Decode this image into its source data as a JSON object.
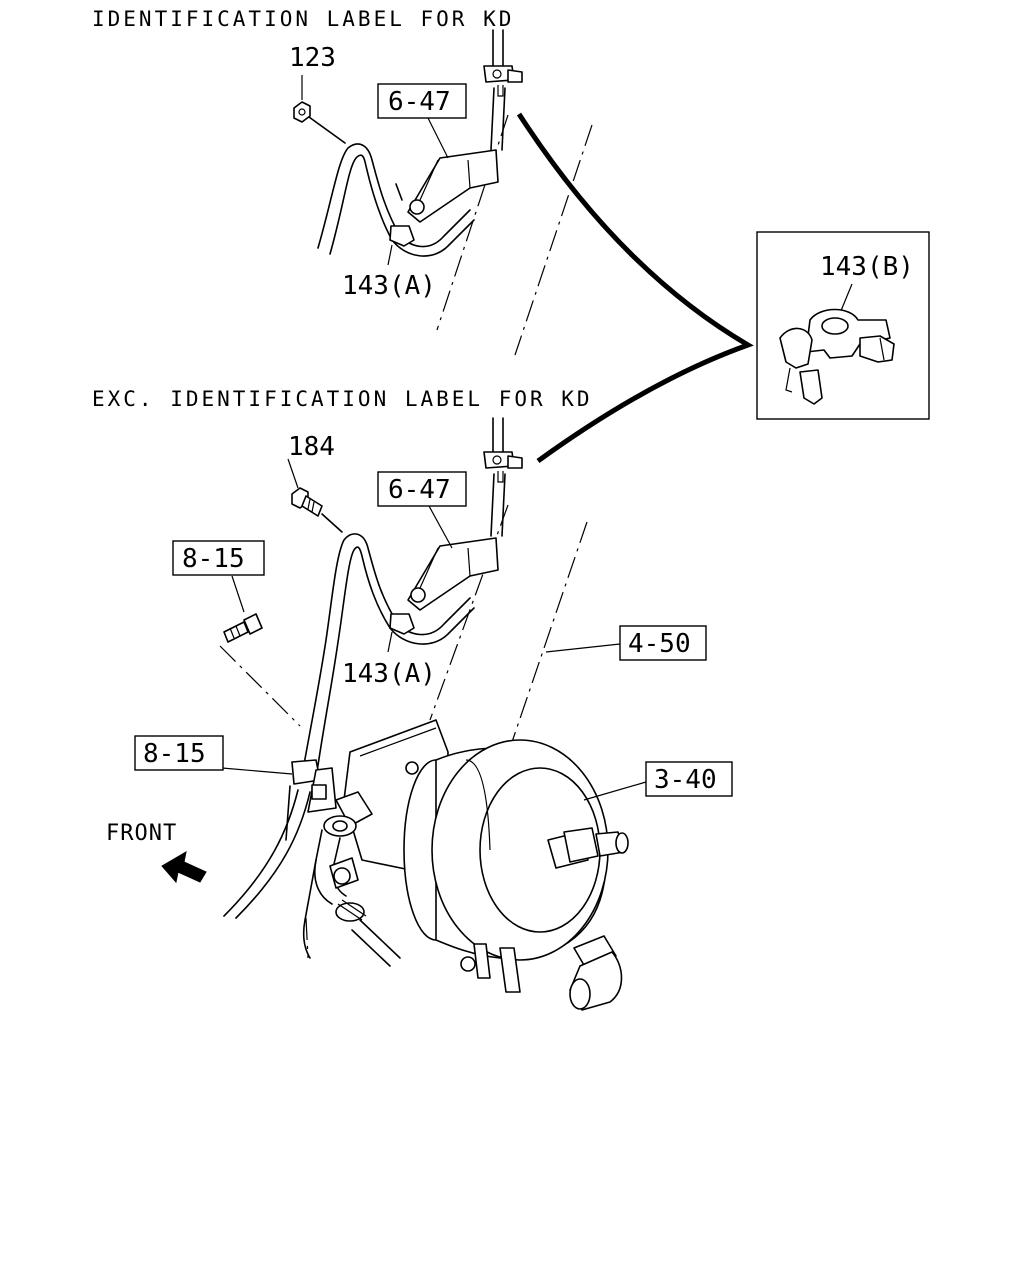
{
  "headers": {
    "top": "IDENTIFICATION LABEL FOR KD",
    "bottom": "EXC. IDENTIFICATION LABEL FOR KD"
  },
  "callouts": {
    "c123": "123",
    "c647_top": "6-47",
    "c143a_top": "143(A)",
    "c143b": "143(B)",
    "c184": "184",
    "c647_bottom": "6-47",
    "c815_upper": "8-15",
    "c143a_bottom": "143(A)",
    "c450": "4-50",
    "c815_lower": "8-15",
    "c340": "3-40"
  },
  "front_label": "FRONT"
}
